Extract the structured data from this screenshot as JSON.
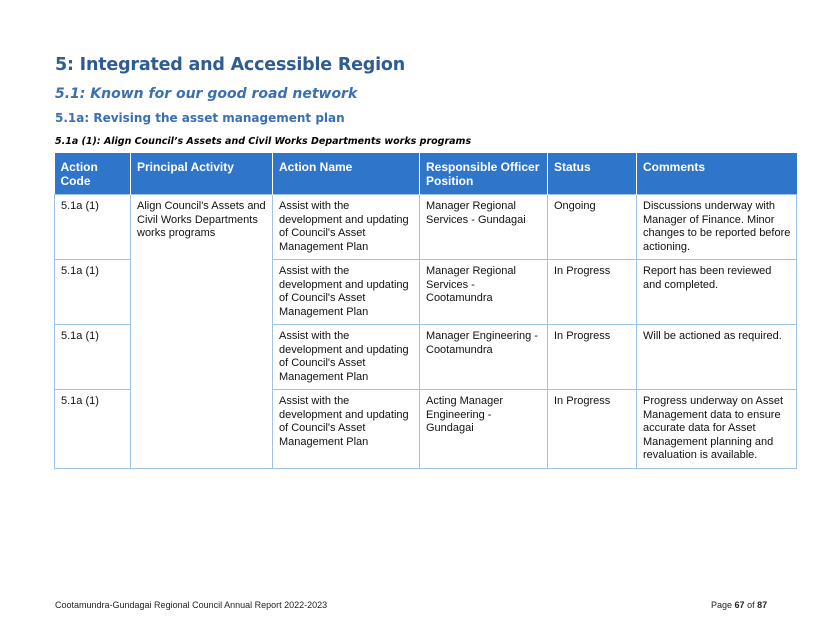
{
  "headings": {
    "h1": "5: Integrated and Accessible Region",
    "h2": "5.1: Known for our good road network",
    "h3": "5.1a: Revising the asset management plan",
    "h4": "5.1a (1): Align Council’s Assets and Civil Works Departments works programs"
  },
  "table": {
    "headers": [
      "Action Code",
      "Principal Activity",
      "Action Name",
      "Responsible Officer Position",
      "Status",
      "Comments"
    ],
    "principal_activity": "Align Council's Assets and Civil Works Departments works programs",
    "rows": [
      {
        "code": "5.1a (1)",
        "action_name": "Assist with the development and updating of Council's Asset Management Plan",
        "officer": "Manager Regional Services - Gundagai",
        "status": "Ongoing",
        "comments": "Discussions underway with Manager of Finance.  Minor changes to be reported before actioning."
      },
      {
        "code": "5.1a (1)",
        "action_name": "Assist with the development and updating of Council's Asset Management Plan",
        "officer": "Manager Regional Services - Cootamundra",
        "status": "In Progress",
        "comments": "Report has been reviewed and completed."
      },
      {
        "code": "5.1a (1)",
        "action_name": "Assist with the development and updating of Council's Asset Management Plan",
        "officer": "Manager Engineering - Cootamundra",
        "status": "In Progress",
        "comments": "Will be actioned as required."
      },
      {
        "code": "5.1a (1)",
        "action_name": "Assist with the development and updating of Council's Asset Management Plan",
        "officer": "Acting Manager Engineering - Gundagai",
        "status": "In Progress",
        "comments": "Progress underway on Asset Management data to ensure accurate data for Asset Management planning and revaluation is available."
      }
    ]
  },
  "footer": {
    "left": "Cootamundra-Gundagai Regional Council Annual Report 2022-2023",
    "page_prefix": "Page",
    "page_current": "67",
    "page_of": "of",
    "page_total": "87"
  }
}
